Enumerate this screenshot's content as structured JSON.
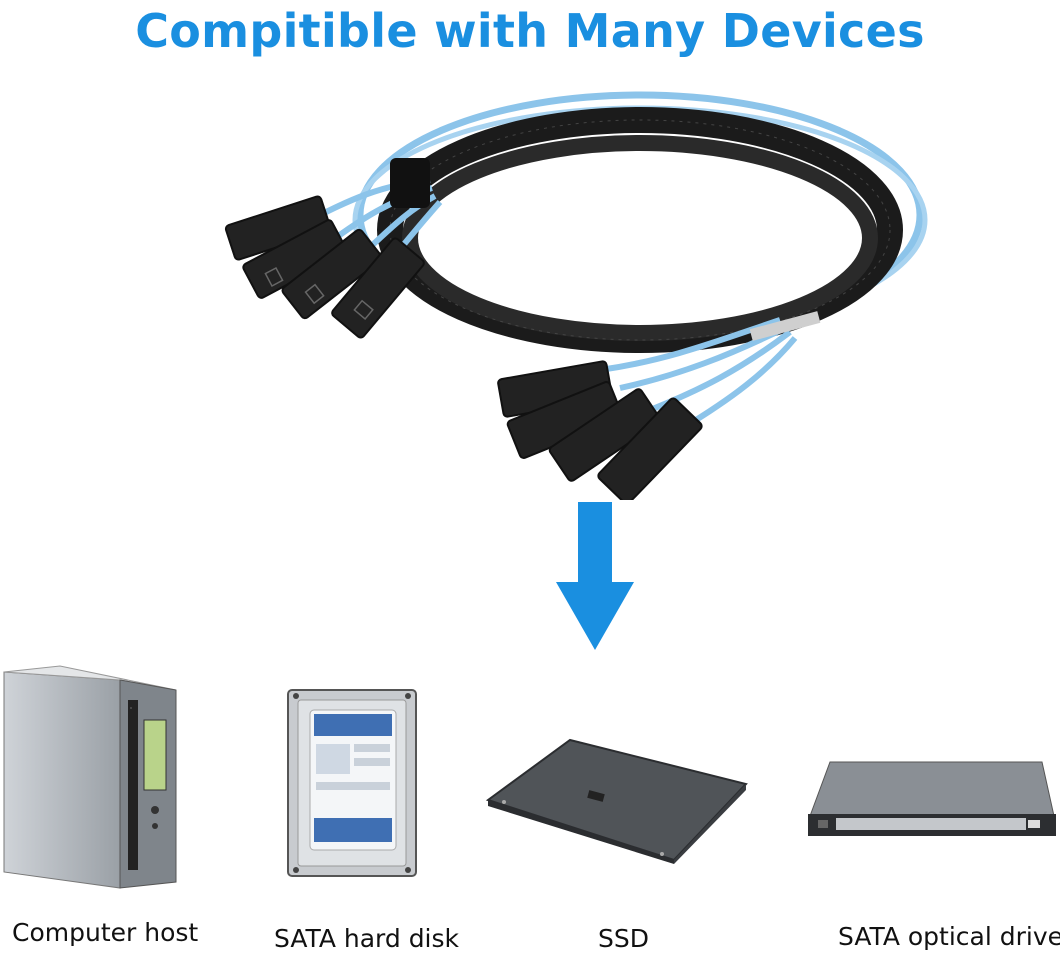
{
  "title": "Compitible with Many Devices",
  "colors": {
    "accent": "#1a8fe0",
    "cable_sleeve": "#1b1b1b",
    "cable_wire": "#8cc4ea",
    "connector": "#222222"
  },
  "icons": [
    "sata-cable-image",
    "down-arrow-icon",
    "computer-host-image",
    "sata-hard-disk-image",
    "ssd-image",
    "sata-optical-drive-image"
  ],
  "devices": [
    {
      "label": "Computer host"
    },
    {
      "label": "SATA hard disk"
    },
    {
      "label": "SSD"
    },
    {
      "label": "SATA optical drive"
    }
  ]
}
